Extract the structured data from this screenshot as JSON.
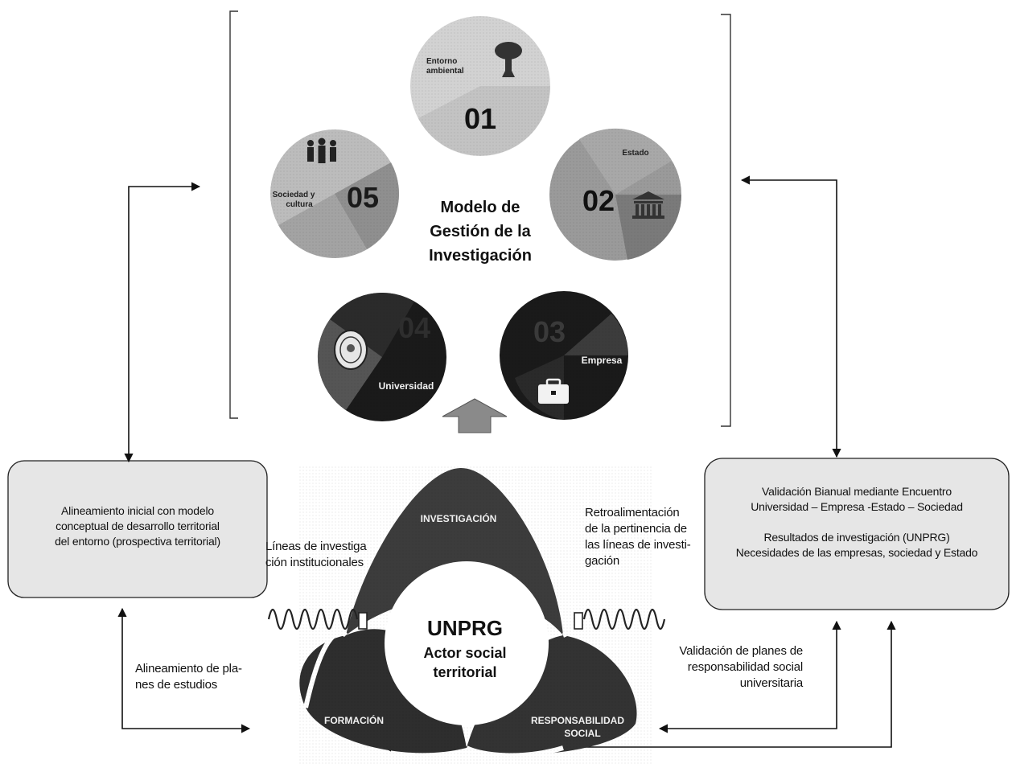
{
  "colors": {
    "circle_light": "#cfcfcf",
    "circle_mid": "#a9a9a9",
    "circle_dark": "#7a7a7a",
    "circle_black": "#1c1c1c",
    "petal_dark": "#3a3a3a",
    "box_fill": "#e6e6e6",
    "arrow_grey": "#8c8c8c"
  },
  "model": {
    "title_lines": [
      "Modelo de",
      "Gestión de la",
      "Investigación"
    ],
    "circles": [
      {
        "number": "01",
        "label_lines": [
          "Entorno",
          "ambiental"
        ],
        "icon": "tree-icon"
      },
      {
        "number": "02",
        "label_lines": [
          "Estado"
        ],
        "icon": "government-building-icon"
      },
      {
        "number": "03",
        "label_lines": [
          "Empresa"
        ],
        "icon": "briefcase-icon"
      },
      {
        "number": "04",
        "label_lines": [
          "Universidad"
        ],
        "icon": "university-seal-icon"
      },
      {
        "number": "05",
        "label_lines": [
          "Sociedad y",
          "cultura"
        ],
        "icon": "people-icon"
      }
    ]
  },
  "left_box": {
    "text_lines": [
      "Alineamiento inicial con modelo",
      "conceptual de desarrollo territorial",
      "del entorno (prospectiva territorial)"
    ]
  },
  "right_box": {
    "text_lines": [
      "Validación Bianual mediante Encuentro",
      "Universidad – Empresa -Estado – Sociedad",
      "",
      "Resultados de investigación (UNPRG)",
      "Necesidades de las empresas, sociedad y Estado"
    ]
  },
  "labels": {
    "lineas_lines": [
      "Líneas de investiga",
      "ción institucionales"
    ],
    "retro_lines": [
      "Retroalimentación",
      "de la pertinencia de",
      "las líneas de investi-",
      "gación"
    ],
    "alineamiento_planes_lines": [
      "Alineamiento de pla-",
      "nes de estudios"
    ],
    "validacion_planes_lines": [
      "Validación de planes de",
      "responsabilidad social",
      "universitaria"
    ]
  },
  "core": {
    "center_lines": [
      "UNPRG",
      "Actor social",
      "territorial"
    ],
    "petals": {
      "top": "INVESTIGACIÓN",
      "left": "FORMACIÓN",
      "right_lines": [
        "RESPONSABILIDAD",
        "SOCIAL"
      ]
    }
  }
}
